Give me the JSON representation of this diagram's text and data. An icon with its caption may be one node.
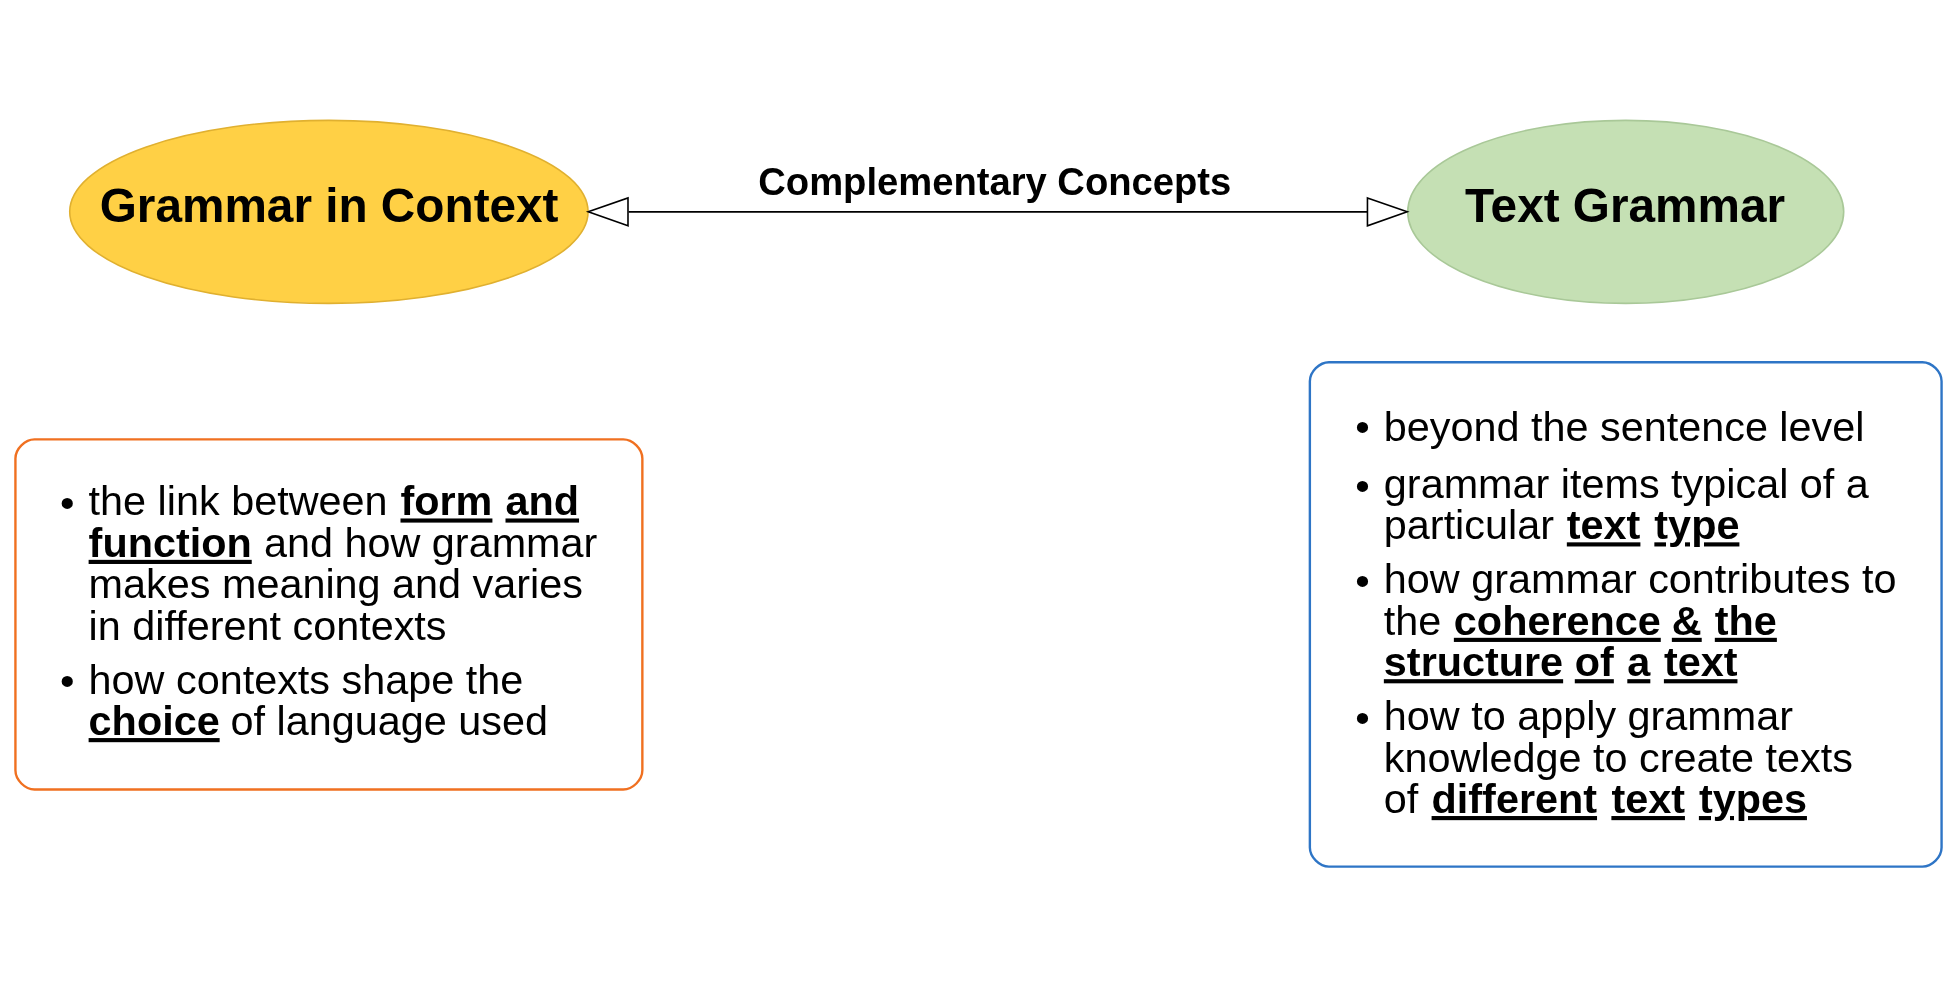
{
  "diagram": {
    "nodes": [
      {
        "text": [
          "Grammar in Context"
        ]
      },
      {
        "text": [
          "Text Grammar"
        ]
      },
      {
        "text": [
          "• the link between **form and function** and how grammar makes meaning and varies in different contexts",
          "• how contexts shape the **choice** of language used"
        ]
      },
      {
        "text": [
          "• beyond the sentence level",
          "• grammar items typical of a particular **text type**",
          "• how grammar contributes to the **coherence & the structure of a text**",
          "• how to apply grammar knowledge to create texts of **different text types**"
        ]
      }
    ],
    "edges": [
      {
        "from": 0,
        "to": 1,
        "arrow": "both",
        "label": "Complementary Concepts"
      }
    ]
  }
}
